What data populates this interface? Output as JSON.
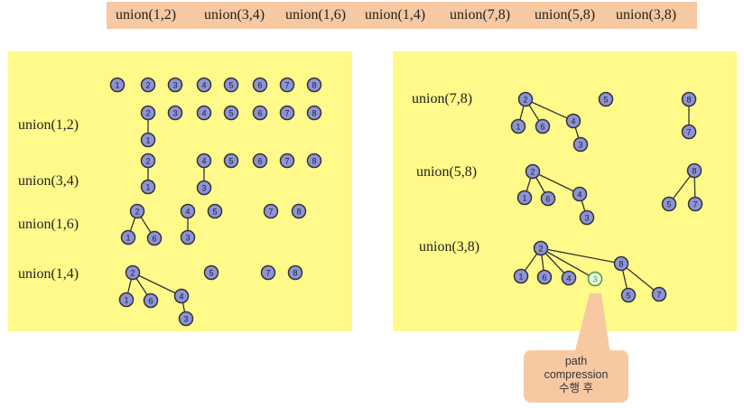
{
  "operations": [
    "union(1,2)",
    "union(3,4)",
    "union(1,6)",
    "union(1,4)",
    "union(7,8)",
    "union(5,8)",
    "union(3,8)"
  ],
  "left_panel": {
    "step_labels": [
      "union(1,2)",
      "union(3,4)",
      "union(1,6)",
      "union(1,4)"
    ],
    "initial_nodes": [
      "1",
      "2",
      "3",
      "4",
      "5",
      "6",
      "7",
      "8"
    ]
  },
  "right_panel": {
    "step_labels": [
      "union(7,8)",
      "union(5,8)",
      "union(3,8)"
    ]
  },
  "callout": {
    "lines": [
      "path",
      "compression",
      "수행 후"
    ]
  },
  "colors": {
    "node_fill": "#8d93d8",
    "highlight_node": "#e9f7e4",
    "panel_bg": "#fffa8a",
    "header_bg": "#f6c9a2"
  }
}
